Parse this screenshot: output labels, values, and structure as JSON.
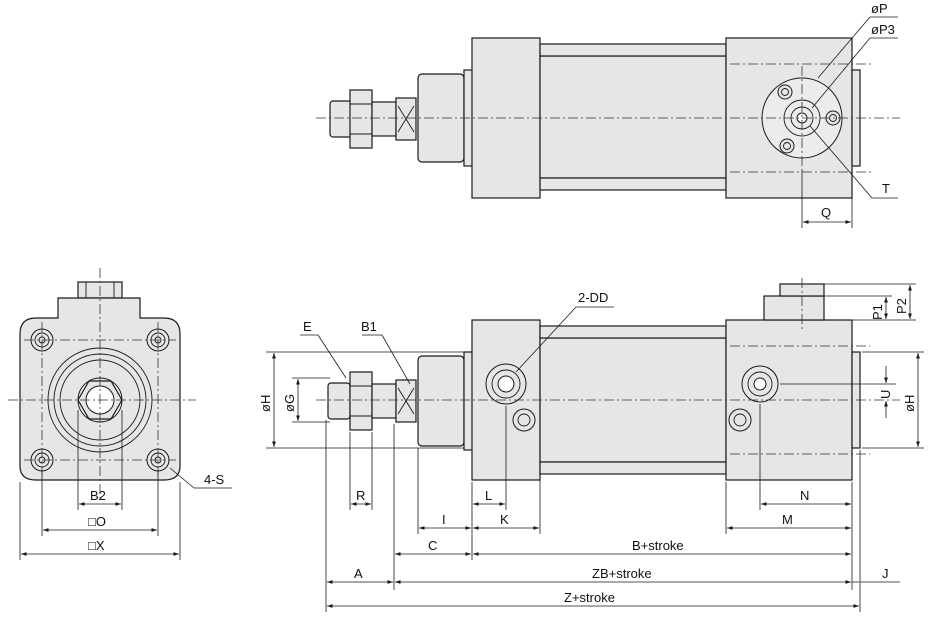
{
  "labels": {
    "oP": "øP",
    "oP3": "øP3",
    "T": "T",
    "Q": "Q",
    "two_DD": "2-DD",
    "E": "E",
    "B1": "B1",
    "oH_left": "øH",
    "oG": "øG",
    "B2": "B2",
    "O": "□O",
    "X": "□X",
    "four_S": "4-S",
    "R": "R",
    "I": "I",
    "L": "L",
    "K": "K",
    "C": "C",
    "A": "A",
    "B_stroke": "B+stroke",
    "ZB_stroke": "ZB+stroke",
    "Z_stroke": "Z+stroke",
    "J": "J",
    "N": "N",
    "M": "M",
    "P1": "P1",
    "P2": "P2",
    "U": "U",
    "oH_right": "øH"
  }
}
